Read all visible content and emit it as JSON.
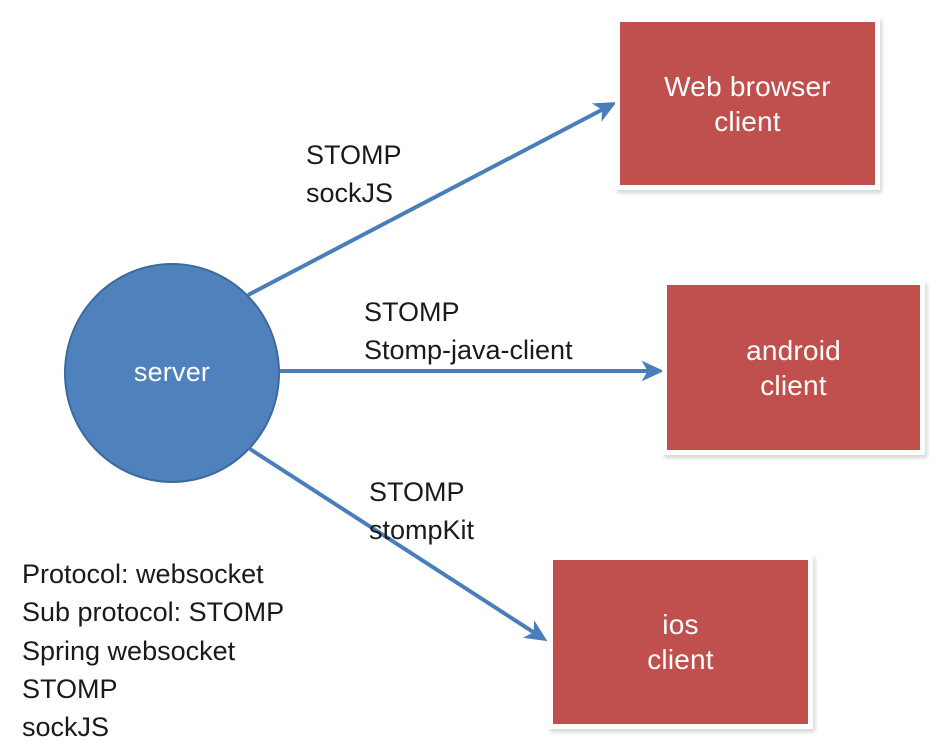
{
  "diagram": {
    "server": {
      "label": "server",
      "shape": "circle",
      "fill": "#4F81BD",
      "stroke": "#3A6A9E",
      "text_color": "#FFFFFF"
    },
    "clients": [
      {
        "id": "web",
        "line1": "Web browser",
        "line2": "client",
        "fill": "#C0504D",
        "text_color": "#FFFFFF"
      },
      {
        "id": "android",
        "line1": "android",
        "line2": "client",
        "fill": "#C0504D",
        "text_color": "#FFFFFF"
      },
      {
        "id": "ios",
        "line1": "ios",
        "line2": "client",
        "fill": "#C0504D",
        "text_color": "#FFFFFF"
      }
    ],
    "connections": [
      {
        "id": "web",
        "from": "server",
        "to": "web",
        "protocol": "STOMP",
        "library": "sockJS",
        "color": "#4A7EBB"
      },
      {
        "id": "android",
        "from": "server",
        "to": "android",
        "protocol": "STOMP",
        "library": "Stomp-java-client",
        "color": "#4A7EBB"
      },
      {
        "id": "ios",
        "from": "server",
        "to": "ios",
        "protocol": "STOMP",
        "library": "stompKit",
        "color": "#4A7EBB"
      }
    ],
    "notes": {
      "lines": [
        "Protocol: websocket",
        "Sub protocol: STOMP",
        "Spring websocket",
        "STOMP",
        "sockJS"
      ]
    },
    "background": "#FFFFFF"
  }
}
